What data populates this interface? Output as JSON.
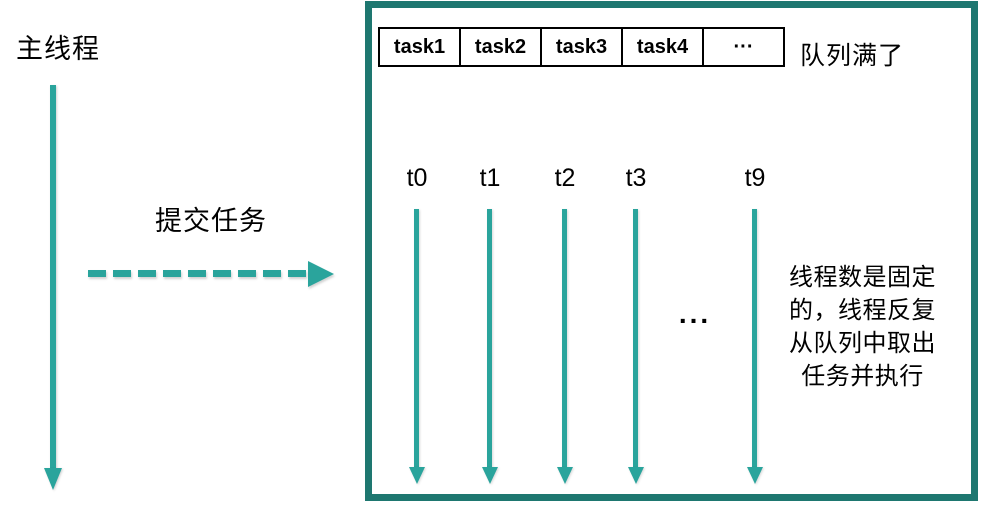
{
  "colors": {
    "arrow_teal": "#2AA49C",
    "box_border_teal": "#1E7770",
    "text_black": "#000000"
  },
  "left_panel": {
    "main_thread_label": "主线程",
    "submit_task_label": "提交任务"
  },
  "pool_box": {
    "queue": {
      "cells": [
        "task1",
        "task2",
        "task3",
        "task4",
        "···"
      ],
      "full_label": "队列满了"
    },
    "threads": {
      "labels": [
        "t0",
        "t1",
        "t2",
        "t3",
        "t9"
      ],
      "ellipsis": "...",
      "note_lines": [
        "线程数是固定",
        "的，线程反复",
        "从队列中取出",
        "任务并执行"
      ]
    }
  }
}
